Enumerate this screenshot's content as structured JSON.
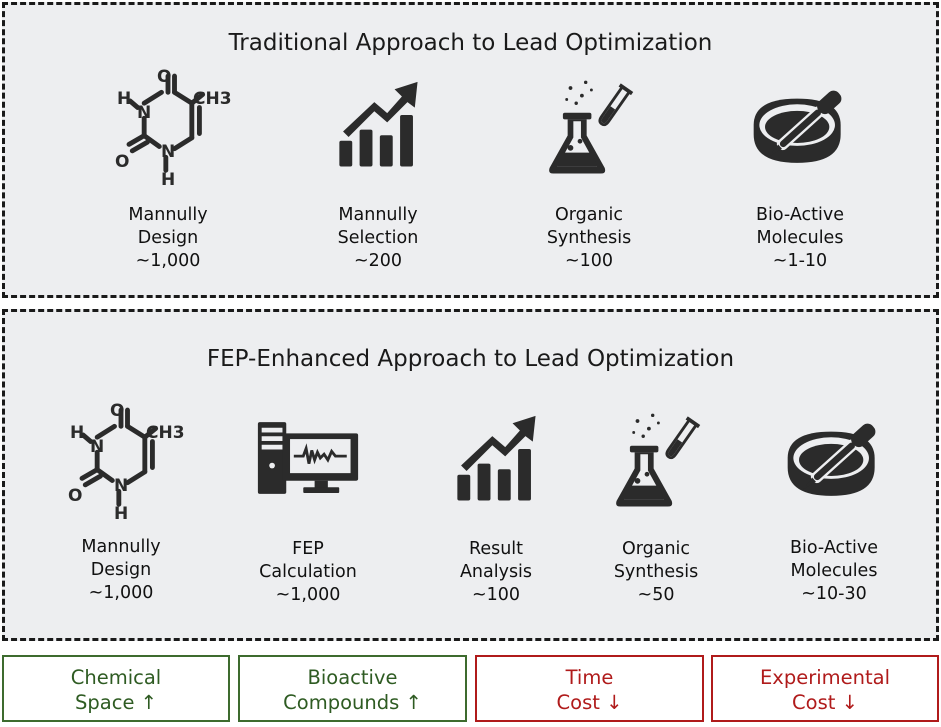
{
  "traditional": {
    "title": "Traditional Approach to Lead Optimization",
    "steps": [
      {
        "line1": "Mannully",
        "line2": "Design",
        "count": "~1,000",
        "icon": "molecule-icon"
      },
      {
        "line1": "Mannully",
        "line2": "Selection",
        "count": "~200",
        "icon": "bar-chart-icon"
      },
      {
        "line1": "Organic",
        "line2": "Synthesis",
        "count": "~100",
        "icon": "flask-icon"
      },
      {
        "line1": "Bio-Active",
        "line2": "Molecules",
        "count": "~1-10",
        "icon": "petri-dish-icon"
      }
    ]
  },
  "fep": {
    "title": "FEP-Enhanced Approach to Lead Optimization",
    "steps": [
      {
        "line1": "Mannully",
        "line2": "Design",
        "count": "~1,000",
        "icon": "molecule-icon"
      },
      {
        "line1": "FEP",
        "line2": "Calculation",
        "count": "~1,000",
        "icon": "computer-icon"
      },
      {
        "line1": "Result",
        "line2": "Analysis",
        "count": "~100",
        "icon": "bar-chart-icon"
      },
      {
        "line1": "Organic",
        "line2": "Synthesis",
        "count": "~50",
        "icon": "flask-icon"
      },
      {
        "line1": "Bio-Active",
        "line2": "Molecules",
        "count": "~10-30",
        "icon": "petri-dish-icon"
      }
    ]
  },
  "benefits": [
    {
      "line1": "Chemical",
      "line2": "Space ↑",
      "color": "#2e5b22"
    },
    {
      "line1": "Bioactive",
      "line2": "Compounds ↑",
      "color": "#2e5b22"
    },
    {
      "line1": "Time",
      "line2": "Cost ↓",
      "color": "#b01b1b"
    },
    {
      "line1": "Experimental",
      "line2": "Cost ↓",
      "color": "#b01b1b"
    }
  ],
  "molecule_atoms": {
    "o": "O",
    "h": "H",
    "n": "N",
    "ch3": "CH3"
  }
}
